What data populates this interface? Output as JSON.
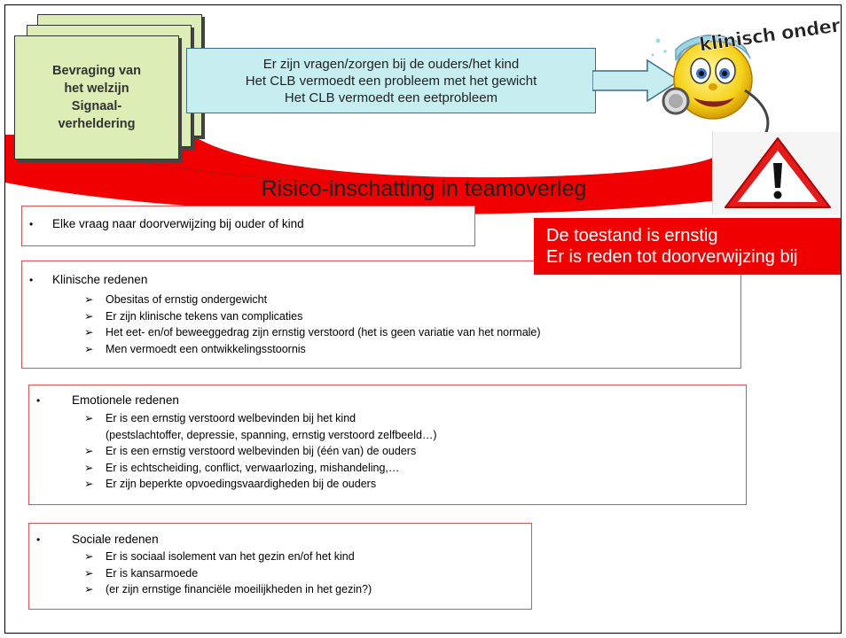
{
  "header": {
    "left_card_lines": [
      "Bevraging van",
      "het welzijn",
      "Signaal-",
      "verheldering"
    ],
    "signals": [
      "Er zijn vragen/zorgen bij de ouders/het kind",
      "Het CLB vermoedt een probleem met het gewicht",
      "Het CLB vermoedt een eetprobleem"
    ],
    "clinical_label": "klinisch onderzoek",
    "risk_title": "Risico-inschatting in teamoverleg"
  },
  "severe": {
    "line1": "De toestand is ernstig",
    "line2": "Er is reden tot doorverwijzing bij"
  },
  "bullet_glyph": "•",
  "sub_glyph": "➢",
  "sections": [
    {
      "title": "Elke vraag naar doorverwijzing bij ouder of kind",
      "items": []
    },
    {
      "title": "Klinische redenen",
      "items": [
        "Obesitas of ernstig ondergewicht",
        "Er zijn klinische tekens van complicaties",
        "Het eet- en/of beweeggedrag zijn ernstig verstoord (het is geen variatie van het normale)",
        "Men vermoedt een ontwikkelingsstoornis"
      ]
    },
    {
      "title": "Emotionele redenen",
      "items": [
        "Er is een ernstig verstoord welbevinden bij het kind",
        "(pestslachtoffer, depressie, spanning, ernstig verstoord zelfbeeld…)",
        "Er is een ernstig verstoord welbevinden bij (één van) de ouders",
        "Er is echtscheiding, conflict, verwaarlozing, mishandeling,…",
        "Er zijn beperkte opvoedingsvaardigheden bij de ouders"
      ]
    },
    {
      "title": "Sociale redenen",
      "items": [
        "Er is sociaal isolement van het gezin en/of het kind",
        "Er is kansarmoede",
        "(er zijn ernstige financiële moeilijkheden in het gezin?)"
      ]
    }
  ],
  "colors": {
    "red": "#f00000",
    "green_card": "#dcedb5",
    "cyan_box": "#c6eef0",
    "box_border": "#e05050"
  },
  "icons": [
    "smiley-doctor-icon",
    "stethoscope-icon",
    "warning-triangle-icon",
    "block-arrow-icon"
  ]
}
